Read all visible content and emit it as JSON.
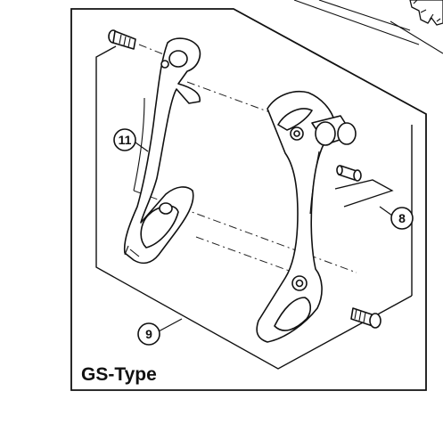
{
  "diagram": {
    "type_label": "GS-Type",
    "callouts": [
      {
        "id": "callout-11",
        "number": "11"
      },
      {
        "id": "callout-8",
        "number": "8"
      },
      {
        "id": "callout-9",
        "number": "9"
      }
    ]
  }
}
